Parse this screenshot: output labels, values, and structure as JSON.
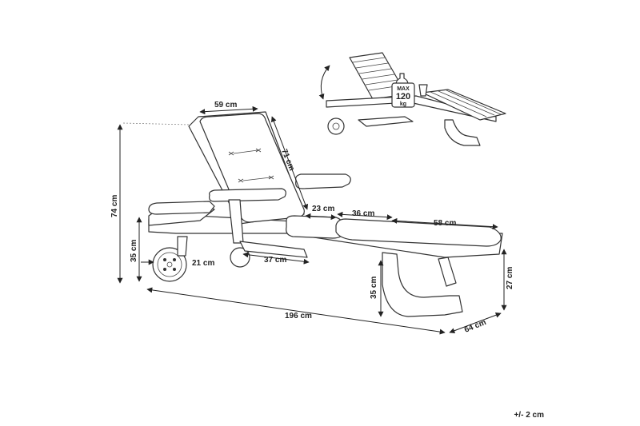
{
  "dimensions": {
    "backrest_width": "59 cm",
    "backrest_length": "71 cm",
    "armrest_to_seat": "23 cm",
    "seat_length": "36 cm",
    "leg_rest_length": "58 cm",
    "total_height": "74 cm",
    "seat_height": "35 cm",
    "wheel_offset": "21 cm",
    "tray_width": "37 cm",
    "total_length": "196 cm",
    "depth": "64 cm",
    "leg_rest_height": "27 cm",
    "leg_height": "35 cm"
  },
  "badge": {
    "line1": "MAX",
    "line2": "120",
    "line3": "kg"
  },
  "tolerance": "+/- 2 cm",
  "arrow_color": "#222222"
}
